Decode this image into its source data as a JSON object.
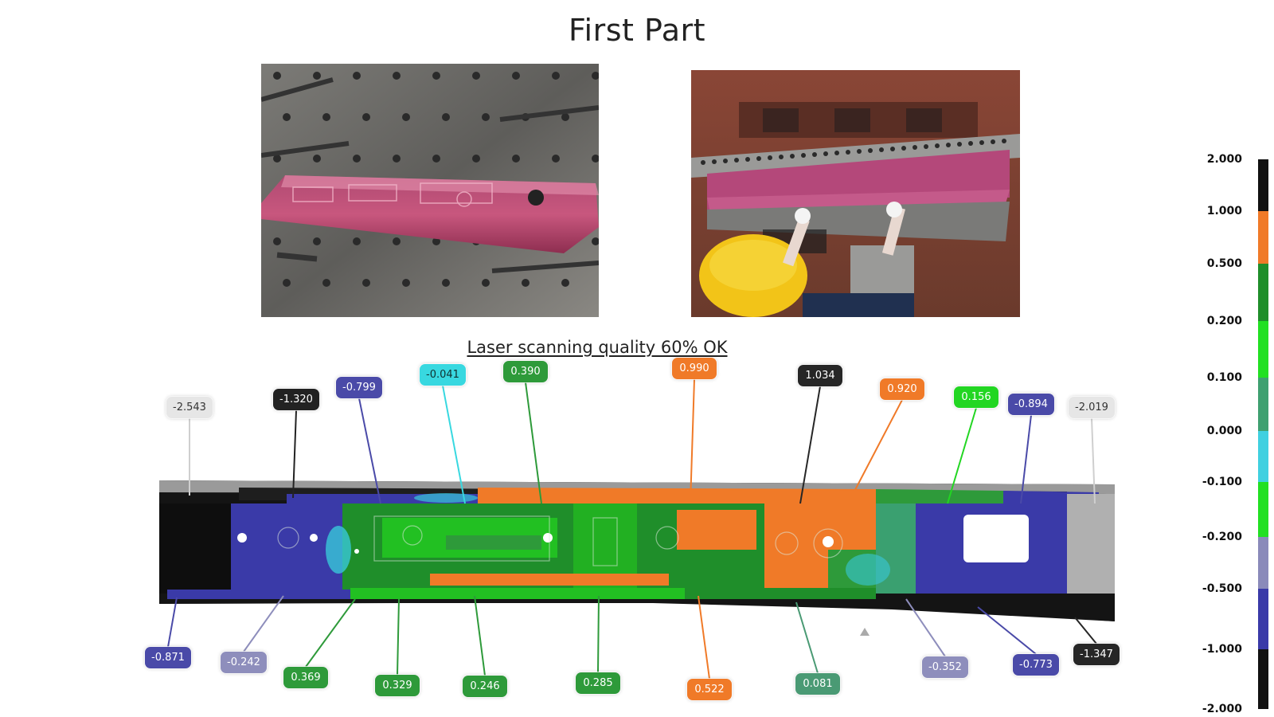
{
  "page": {
    "title": "First Part",
    "subtitle": "Laser scanning quality 60% OK"
  },
  "photos": [
    {
      "id": "photo-left",
      "depicts": "pink-stamped-rail-on-fixture-table"
    },
    {
      "id": "photo-right",
      "depicts": "part-in-die-with-worker-yellow-helmet"
    }
  ],
  "callouts_top": [
    {
      "value": "-2.543",
      "bg": "#e6e6e6",
      "fg": "#333333"
    },
    {
      "value": "-1.320",
      "bg": "#222222",
      "fg": "#ffffff"
    },
    {
      "value": "-0.799",
      "bg": "#4a4aa8",
      "fg": "#ffffff"
    },
    {
      "value": "-0.041",
      "bg": "#38d8e0",
      "fg": "#103030"
    },
    {
      "value": "0.390",
      "bg": "#2e9a3a",
      "fg": "#ffffff"
    },
    {
      "value": "0.990",
      "bg": "#f07a28",
      "fg": "#ffffff"
    },
    {
      "value": "1.034",
      "bg": "#262626",
      "fg": "#ffffff"
    },
    {
      "value": "0.920",
      "bg": "#f07a28",
      "fg": "#ffffff"
    },
    {
      "value": "0.156",
      "bg": "#22d622",
      "fg": "#ffffff"
    },
    {
      "value": "-0.894",
      "bg": "#4a4aa8",
      "fg": "#ffffff"
    },
    {
      "value": "-2.019",
      "bg": "#e6e6e6",
      "fg": "#333333"
    }
  ],
  "callouts_bottom": [
    {
      "value": "-0.871",
      "bg": "#4a4aa8",
      "fg": "#ffffff"
    },
    {
      "value": "-0.242",
      "bg": "#8e8ebc",
      "fg": "#ffffff"
    },
    {
      "value": "0.369",
      "bg": "#2e9a3a",
      "fg": "#ffffff"
    },
    {
      "value": "0.329",
      "bg": "#2e9a3a",
      "fg": "#ffffff"
    },
    {
      "value": "0.246",
      "bg": "#2e9a3a",
      "fg": "#ffffff"
    },
    {
      "value": "0.285",
      "bg": "#2e9a3a",
      "fg": "#ffffff"
    },
    {
      "value": "0.522",
      "bg": "#f07a28",
      "fg": "#ffffff"
    },
    {
      "value": "0.081",
      "bg": "#4a9a74",
      "fg": "#ffffff"
    },
    {
      "value": "-0.352",
      "bg": "#8e8ebc",
      "fg": "#ffffff"
    },
    {
      "value": "-0.773",
      "bg": "#4a4aa8",
      "fg": "#ffffff"
    },
    {
      "value": "-1.347",
      "bg": "#262626",
      "fg": "#ffffff"
    }
  ],
  "color_scale": {
    "labels": [
      "2.000",
      "1.000",
      "0.500",
      "0.200",
      "0.100",
      "0.000",
      "-0.100",
      "-0.200",
      "-0.500",
      "-1.000",
      "-2.000"
    ],
    "colors": [
      "#111111",
      "#f07a28",
      "#1f8e2a",
      "#22e022",
      "#3fa070",
      "#40d0e0",
      "#22e022",
      "#8a8aba",
      "#3a3aa8",
      "#111111"
    ]
  }
}
